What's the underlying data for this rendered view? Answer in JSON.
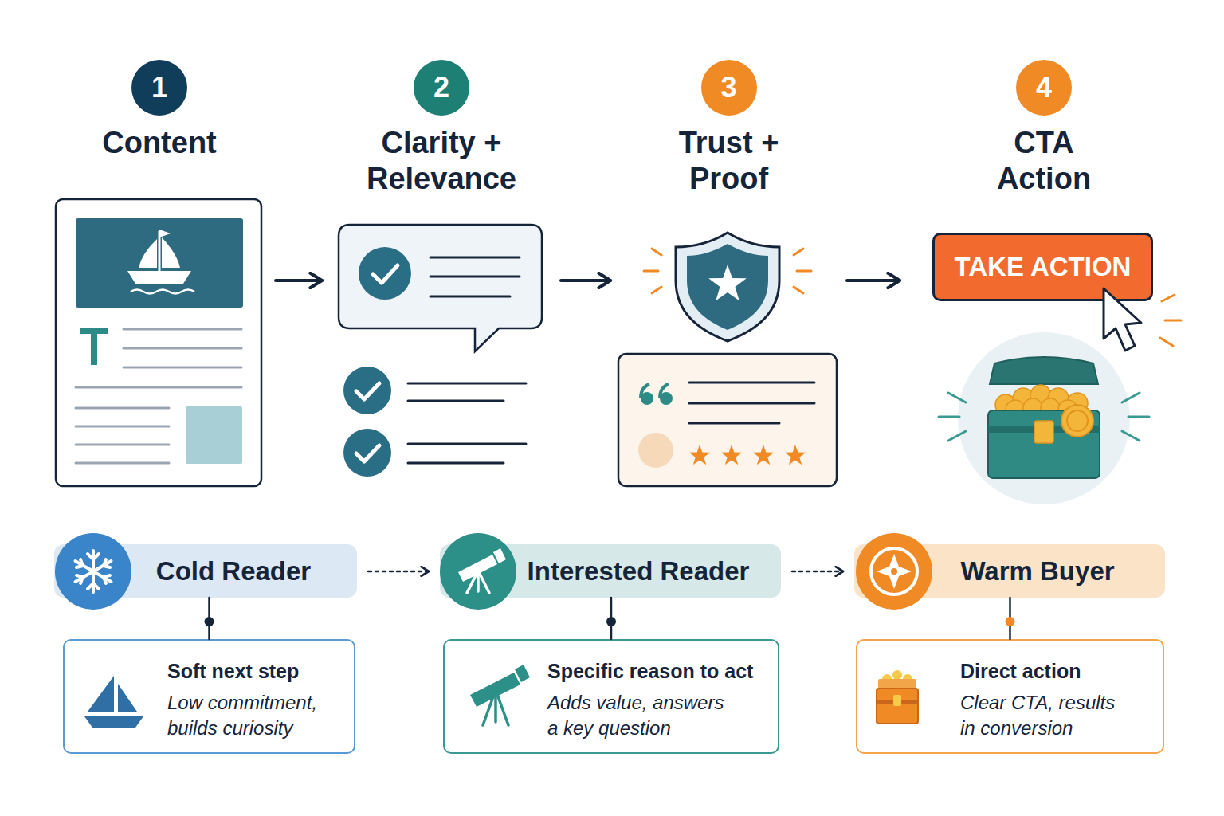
{
  "diagram": {
    "nodes": [
      {
        "text": [
          "1",
          "Content"
        ]
      },
      {
        "text": [
          "2",
          "Clarity + Relevance"
        ]
      },
      {
        "text": [
          "3",
          "Trust + Proof"
        ]
      },
      {
        "text": [
          "4",
          "CTA Action"
        ]
      },
      {
        "text": [
          "TAKE ACTION"
        ],
        "in": 3
      },
      {
        "text": [
          "Cold Reader"
        ]
      },
      {
        "text": [
          "Interested Reader"
        ]
      },
      {
        "text": [
          "Warm Buyer"
        ]
      },
      {
        "text": [
          "Soft next step",
          "Low commitment, builds curiosity"
        ]
      },
      {
        "text": [
          "Specific reason to act",
          "Adds value, answers a key question"
        ]
      },
      {
        "text": [
          "Direct action",
          "Clear CTA, results in conversion"
        ]
      }
    ],
    "edges": [
      {
        "from": 0,
        "to": 1,
        "arrow": "to"
      },
      {
        "from": 1,
        "to": 2,
        "arrow": "to"
      },
      {
        "from": 2,
        "to": 3,
        "arrow": "to"
      },
      {
        "from": 5,
        "to": 6,
        "arrow": "to"
      },
      {
        "from": 6,
        "to": 7,
        "arrow": "to"
      },
      {
        "from": 5,
        "to": 8,
        "arrow": "none"
      },
      {
        "from": 6,
        "to": 9,
        "arrow": "none"
      },
      {
        "from": 7,
        "to": 10,
        "arrow": "none"
      }
    ]
  }
}
